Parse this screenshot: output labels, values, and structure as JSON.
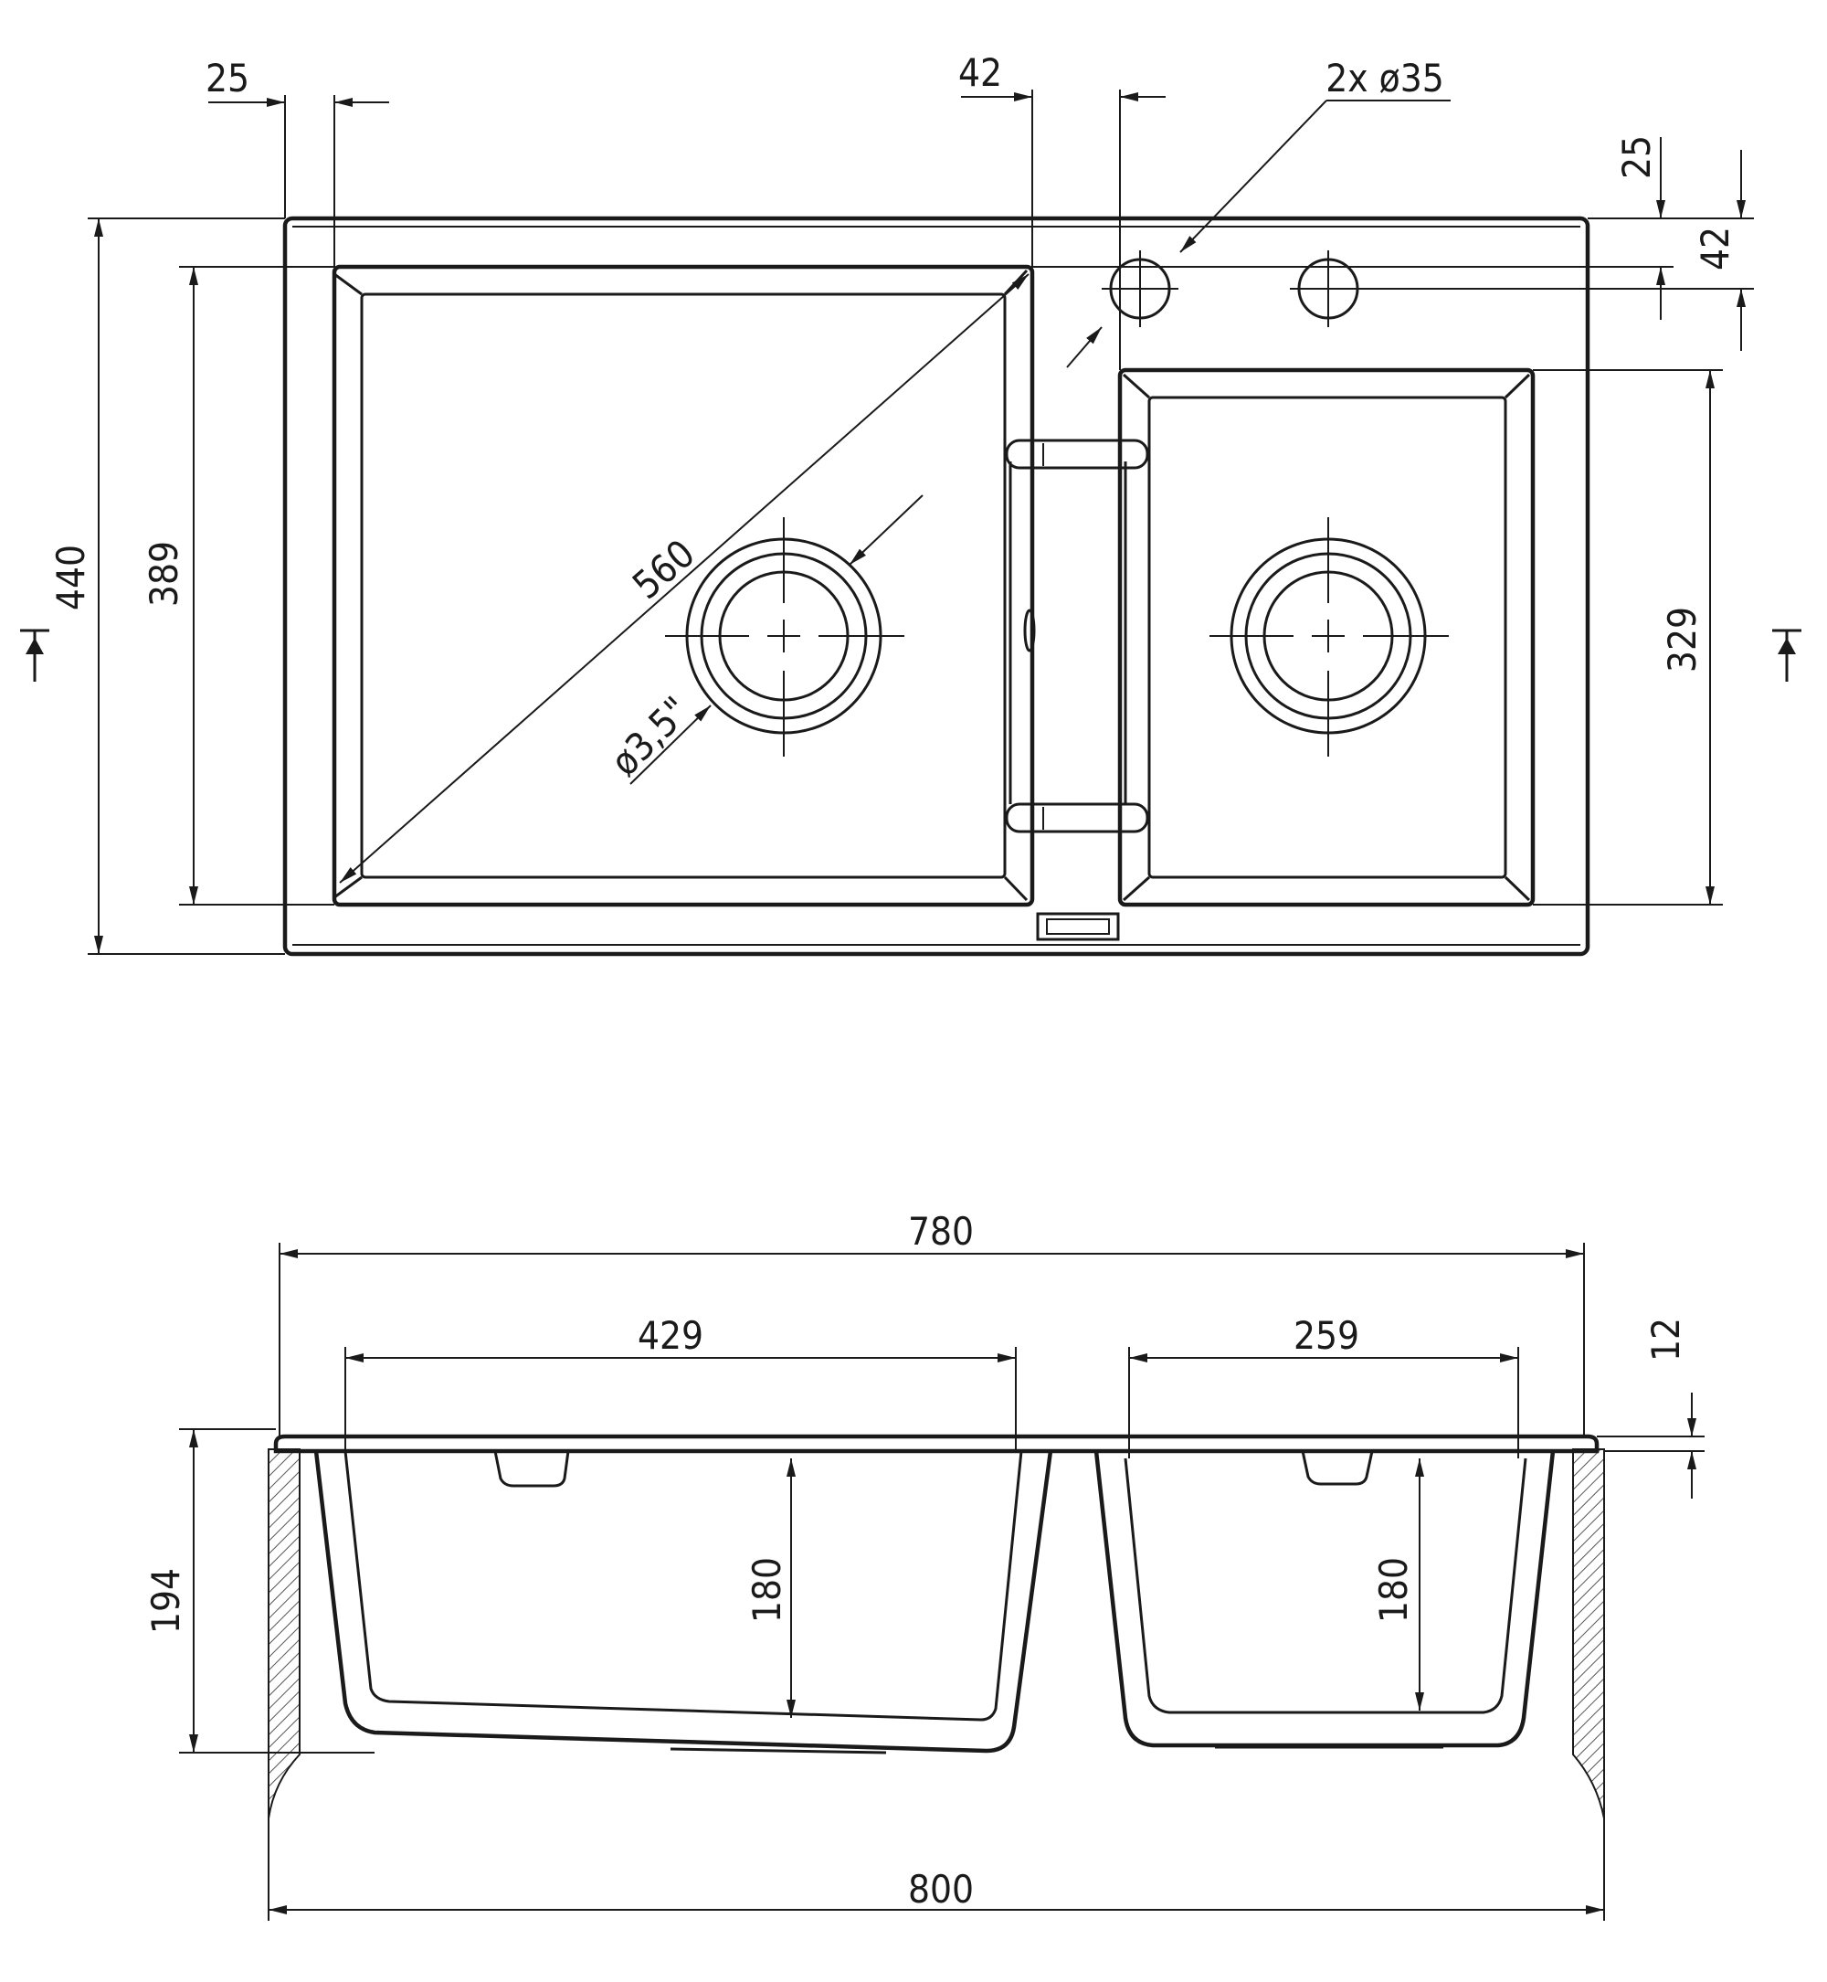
{
  "top_view": {
    "dim_margin_left": "25",
    "dim_bridge": "42",
    "dim_tap_holes": "2x ø35",
    "dim_margin_top": "25",
    "dim_hole_offset": "42",
    "dim_total_depth": "440",
    "dim_bowl_depth": "389",
    "dim_small_bowl_depth": "329",
    "dim_diagonal": "560",
    "dim_drain": "ø3,5\""
  },
  "side_view": {
    "dim_total_width_top": "780",
    "dim_big_bowl_width": "429",
    "dim_small_bowl_width": "259",
    "dim_rim_thickness": "12",
    "dim_total_height": "194",
    "dim_big_bowl_depth": "180",
    "dim_small_bowl_depth": "180",
    "dim_cutout_width": "800"
  }
}
